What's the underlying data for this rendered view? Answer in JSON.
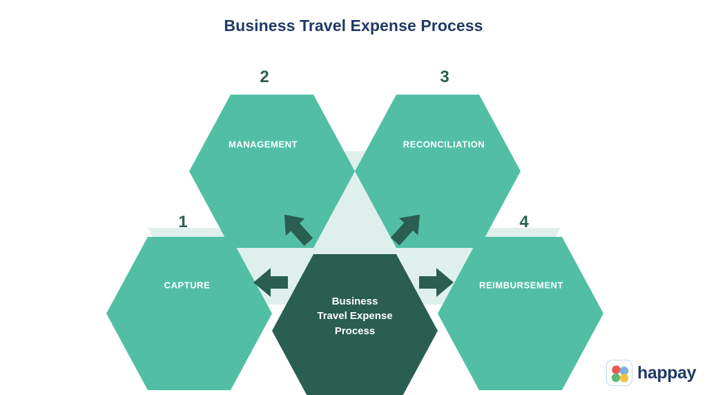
{
  "page": {
    "title": "Business Travel Expense Process",
    "background_color": "#FFFFFF"
  },
  "theme": {
    "title_color": "#1F3A66",
    "hex_teal": "#52BFA5",
    "hex_mint": "#DFF0EC",
    "hex_dark_green": "#2A5E50",
    "hex_label_color": "#FFFFFF",
    "number_color": "#2A5E50",
    "arrow_color": "#2A5E50"
  },
  "diagram": {
    "type": "hexagon-process-cycle",
    "center": {
      "label_lines": [
        "Business",
        "Travel Expense",
        "Process"
      ],
      "label": "Business Travel Expense Process",
      "fill": "#2A5E50",
      "text_color": "#FFFFFF"
    },
    "steps": [
      {
        "number": "1",
        "label": "CAPTURE",
        "position": "left",
        "fill": "#52BFA5",
        "number_color": "#2A5E50"
      },
      {
        "number": "2",
        "label": "MANAGEMENT",
        "position": "upper-left",
        "fill": "#52BFA5",
        "number_color": "#2A5E50"
      },
      {
        "number": "3",
        "label": "RECONCILIATION",
        "position": "upper-right",
        "fill": "#52BFA5",
        "number_color": "#2A5E50"
      },
      {
        "number": "4",
        "label": "REIMBURSEMENT",
        "position": "right",
        "fill": "#52BFA5",
        "number_color": "#2A5E50"
      }
    ],
    "arrows": [
      {
        "name": "arrow-center-to-capture",
        "direction": "left",
        "from": "center",
        "to": "CAPTURE"
      },
      {
        "name": "arrow-capture-to-management",
        "direction": "up-left",
        "from": "CAPTURE",
        "to": "MANAGEMENT"
      },
      {
        "name": "arrow-management-to-reconciliation",
        "direction": "up-right",
        "from": "MANAGEMENT",
        "to": "RECONCILIATION"
      },
      {
        "name": "arrow-reconciliation-to-reimbursement",
        "direction": "right",
        "from": "RECONCILIATION",
        "to": "REIMBURSEMENT"
      }
    ]
  },
  "logo": {
    "text": "happay",
    "text_color": "#1F3A66",
    "border_color": "#BFD6EE",
    "dots": [
      {
        "name": "dot-top-left",
        "color": "#E85B4F"
      },
      {
        "name": "dot-top-right",
        "color": "#7FAEE0"
      },
      {
        "name": "dot-bottom-left",
        "color": "#5DB87C"
      },
      {
        "name": "dot-bottom-right",
        "color": "#F2C044"
      }
    ]
  }
}
